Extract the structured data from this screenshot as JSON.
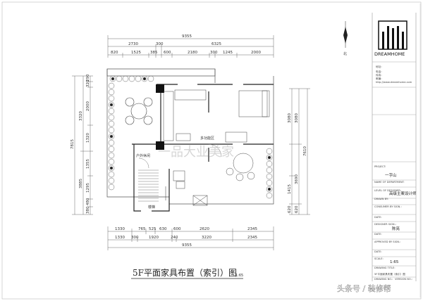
{
  "drawing": {
    "title": "5F平面家具布置（索引）图",
    "scale": "1:65",
    "north_label": "北",
    "watermark": "一品大业美家",
    "footer_credit": "头条号 / 装修帮"
  },
  "dimensions": {
    "top_total": "9355",
    "top_row2": [
      "2730",
      "300",
      "6325"
    ],
    "top_row3": [
      "820",
      "1525",
      "385",
      "600",
      "2180",
      "300",
      "1245",
      "2000"
    ],
    "bottom_row1": [
      "1330",
      "765",
      "525",
      "630",
      "600",
      "2620",
      "2345"
    ],
    "bottom_row2": [
      "1330",
      "300",
      "1920",
      "240",
      "3220",
      "2345"
    ],
    "bottom_total": "9355",
    "left_total": "7815",
    "left_row2": [
      "3320",
      "3885"
    ],
    "left_row3": [
      "290",
      "320",
      "2000",
      "1320",
      "1355",
      "1295",
      "480",
      "380"
    ],
    "right_total": "7610",
    "right_row2": [
      "3080",
      "3690",
      "620"
    ],
    "right_row3": [
      "3080",
      "1415",
      "620"
    ]
  },
  "rooms": {
    "outdoor_leisure": "户外休闲",
    "stairs": "楼梯",
    "multi_function": "多功能区"
  },
  "title_block": {
    "brand": "DREAMHOME",
    "address_lines": [
      "地址：",
      "电话：",
      "传真：",
      "邮编：",
      "http://www.dreamhome.com"
    ],
    "project_label": "PROJECT:",
    "project_value": "一字山",
    "department_label": "NAME OF DEPARTMENT:",
    "designer_label": "LEVEL OF DESIGNER:",
    "designer_value": "高级主案设计师",
    "drawn_by_label": "DRAWN BY:",
    "consumer_label": "CONSUMER BY SIGN.:",
    "date_label": "DATE:",
    "designer_sign_label": "DESIGNER SIGN.:",
    "designer_sign_value": "陈亮",
    "approved_label": "APPROVED BY SIGN.:",
    "scale_label": "SCALE:",
    "scale_value": "1:65",
    "drawing_title_label": "DRAWING TITLE:",
    "drawing_title_value": "5F平面家具布置（索引）图",
    "drawing_no_label": "DRAWING NO.:",
    "version_label": "VERSION NO.:"
  }
}
